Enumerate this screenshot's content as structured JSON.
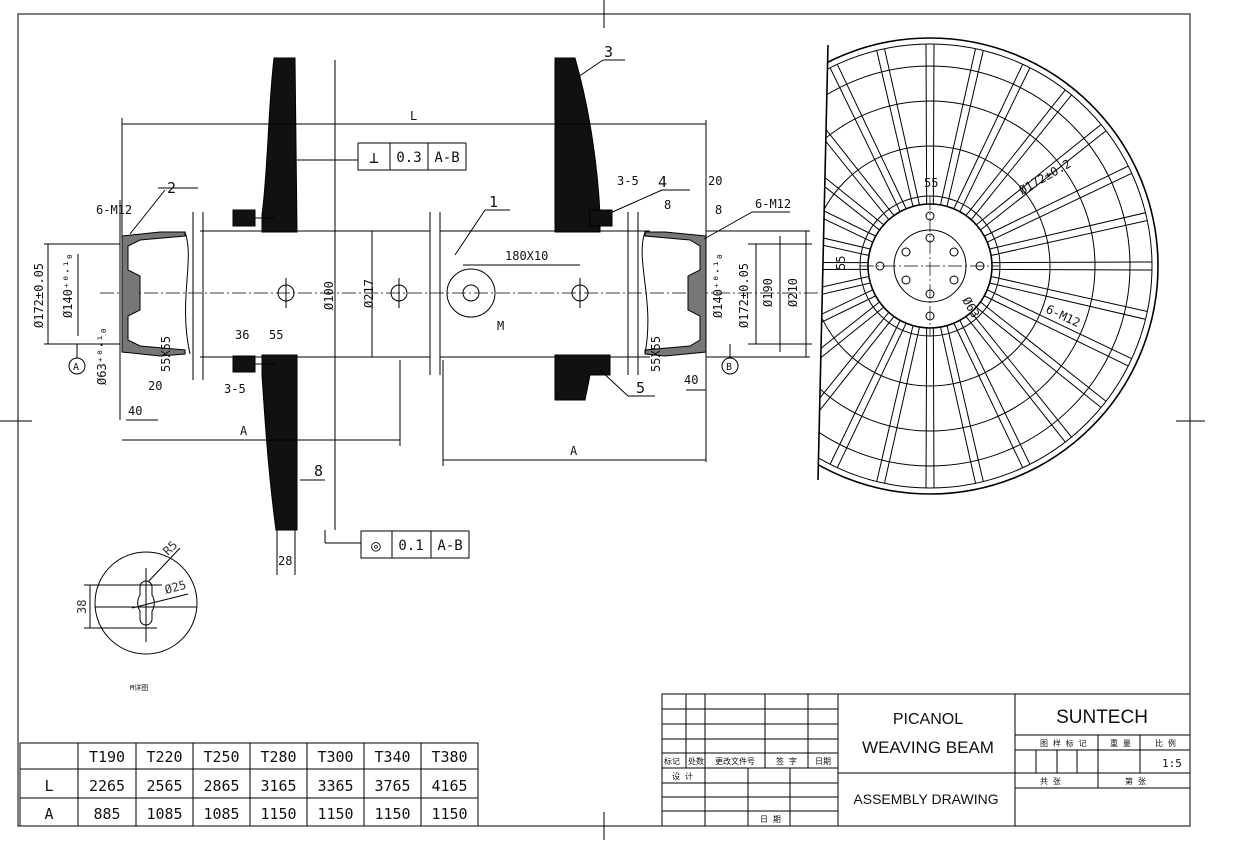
{
  "drawing": {
    "part_numbers": [
      "1",
      "2",
      "3",
      "4",
      "5",
      "8"
    ],
    "dims": {
      "L": "L",
      "A_left": "A",
      "A_right": "A",
      "m12_left": "6-M12",
      "m12_right": "6-M12",
      "m12_wheel": "6-M12",
      "d35_right": "3-5",
      "d35_left": "3-5",
      "d20_right": "20",
      "d8_a": "8",
      "d8_b": "8",
      "d20_left": "20",
      "d40_left": "40",
      "d40_right": "40",
      "d36": "36",
      "d55": "55",
      "d28": "28",
      "d180x10": "180X10",
      "M": "M",
      "wheel_55_top": "55",
      "wheel_55_left": "55",
      "wheel_d63": "Ø63",
      "wheel_d172": "Ø172±0.2",
      "datum_a": "A",
      "datum_b": "B",
      "d172_left": "Ø172±0.05",
      "d140_left": "Ø140⁺⁰·¹₀",
      "d63_left": "Ø63⁺⁰·¹₀",
      "sq55_left": "55X55",
      "d100": "Ø100",
      "d217": "Ø217",
      "d140_right": "Ø140⁺⁰·¹₀",
      "d172_right": "Ø172±0.05",
      "d190": "Ø190",
      "d210": "Ø210",
      "sq55_right": "55X55"
    },
    "tolerance_perp": {
      "symbol": "⊥",
      "value": "0.3",
      "datum": "A-B"
    },
    "tolerance_conc": {
      "symbol": "◎",
      "value": "0.1",
      "datum": "A-B"
    },
    "detail": {
      "r5": "R5",
      "d25": "Ø25",
      "h38": "38",
      "caption": "M详图"
    }
  },
  "size_table": {
    "headers": [
      "",
      "T190",
      "T220",
      "T250",
      "T280",
      "T300",
      "T340",
      "T380"
    ],
    "rows": [
      [
        "L",
        "2265",
        "2565",
        "2865",
        "3165",
        "3365",
        "3765",
        "4165"
      ],
      [
        "A",
        "885",
        "1085",
        "1085",
        "1150",
        "1150",
        "1150",
        "1150"
      ]
    ]
  },
  "title_block": {
    "title_line1": "PICANOL",
    "title_line2": "WEAVING BEAM",
    "subtitle": "ASSEMBLY DRAWING",
    "company": "SUNTECH",
    "rev_headers": [
      "标记",
      "处数",
      "更改文件号",
      "签 字",
      "日期"
    ],
    "design_label": "设 计",
    "date_label": "日 期",
    "mark_label": "图 样 标 记",
    "weight_label": "重 量",
    "scale_label": "比 例",
    "scale_value": "1:5",
    "total_sheets_label": "共 张",
    "sheet_label": "第 张"
  }
}
